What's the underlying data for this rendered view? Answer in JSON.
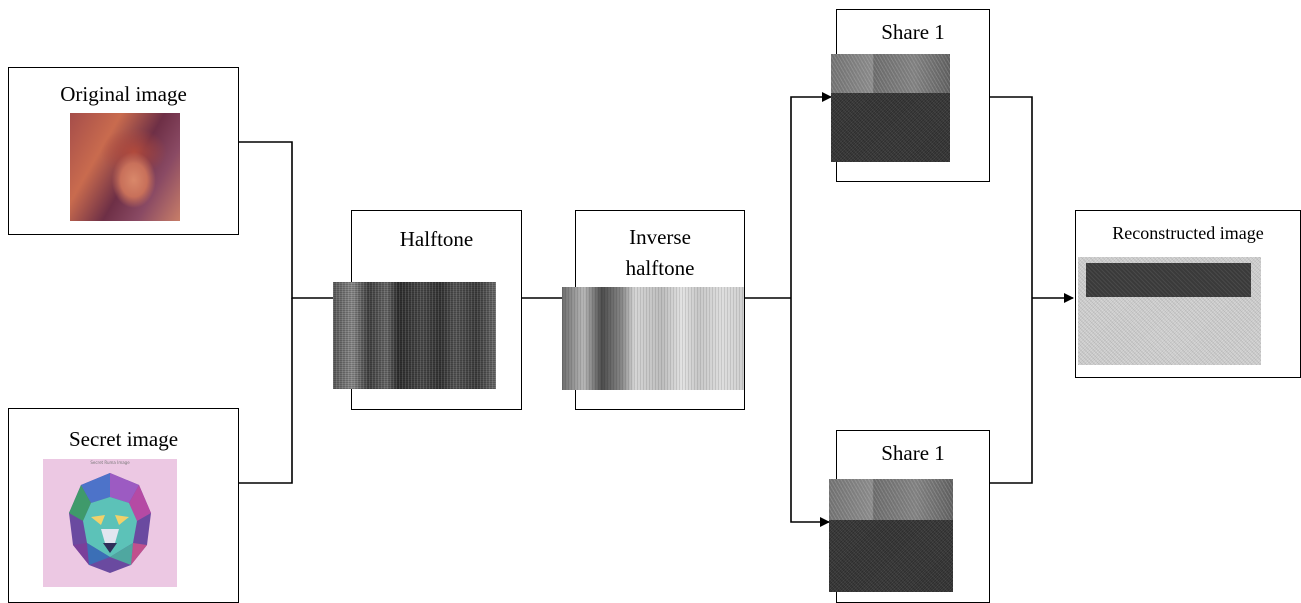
{
  "nodes": {
    "original": {
      "label": "Original image"
    },
    "secret": {
      "label": "Secret image",
      "image_caption": "Secret Ruma Image"
    },
    "halftone": {
      "label": "Halftone"
    },
    "inverse": {
      "label_line1": "Inverse",
      "label_line2": "halftone"
    },
    "share_top": {
      "label": "Share 1"
    },
    "share_bottom": {
      "label": "Share 1"
    },
    "reconstructed": {
      "label": "Reconstructed image"
    }
  },
  "colors": {
    "stroke": "#000000",
    "background": "#ffffff",
    "secret_bg": "#ecc8e3"
  }
}
